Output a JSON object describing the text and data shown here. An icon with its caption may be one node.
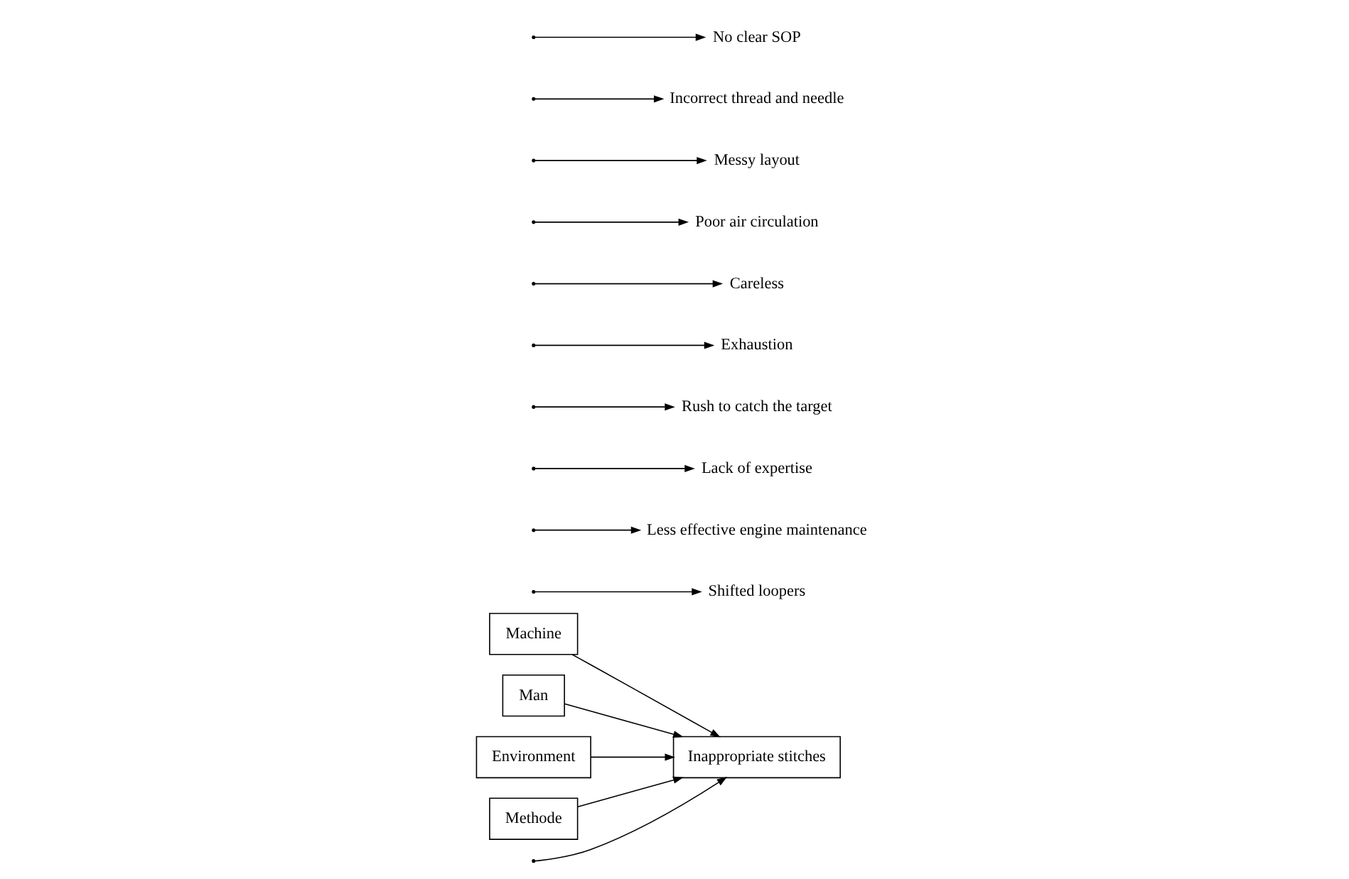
{
  "diagram": {
    "nodes": [
      {
        "text": [
          "Machine"
        ]
      },
      {
        "text": [
          "Man"
        ]
      },
      {
        "text": [
          "Environment"
        ]
      },
      {
        "text": [
          "Methode"
        ]
      },
      {
        "text": [
          "Inappropriate stitches"
        ]
      },
      {
        "text": [
          "Shifted loopers"
        ]
      },
      {
        "text": [
          "Less effective engine maintenance"
        ]
      },
      {
        "text": [
          "Lack of expertise"
        ]
      },
      {
        "text": [
          "Rush to catch the target"
        ]
      },
      {
        "text": [
          "Exhaustion"
        ]
      },
      {
        "text": [
          "Careless"
        ]
      },
      {
        "text": [
          "Poor air circulation"
        ]
      },
      {
        "text": [
          "Messy layout"
        ]
      },
      {
        "text": [
          "Incorrect thread and needle"
        ]
      },
      {
        "text": [
          "No clear SOP"
        ]
      }
    ],
    "edges": [
      {
        "from": null,
        "to": 4,
        "arrow": "to"
      },
      {
        "from": 0,
        "to": 4,
        "arrow": "to"
      },
      {
        "from": 1,
        "to": 4,
        "arrow": "to"
      },
      {
        "from": 2,
        "to": 4,
        "arrow": "to"
      },
      {
        "from": 3,
        "to": 4,
        "arrow": "to"
      },
      {
        "from": null,
        "to": 5,
        "arrow": "to"
      },
      {
        "from": null,
        "to": 6,
        "arrow": "to"
      },
      {
        "from": null,
        "to": 7,
        "arrow": "to"
      },
      {
        "from": null,
        "to": 8,
        "arrow": "to"
      },
      {
        "from": null,
        "to": 9,
        "arrow": "to"
      },
      {
        "from": null,
        "to": 10,
        "arrow": "to"
      },
      {
        "from": null,
        "to": 11,
        "arrow": "to"
      },
      {
        "from": null,
        "to": 12,
        "arrow": "to"
      },
      {
        "from": null,
        "to": 13,
        "arrow": "to"
      },
      {
        "from": null,
        "to": 14,
        "arrow": "to"
      }
    ]
  }
}
